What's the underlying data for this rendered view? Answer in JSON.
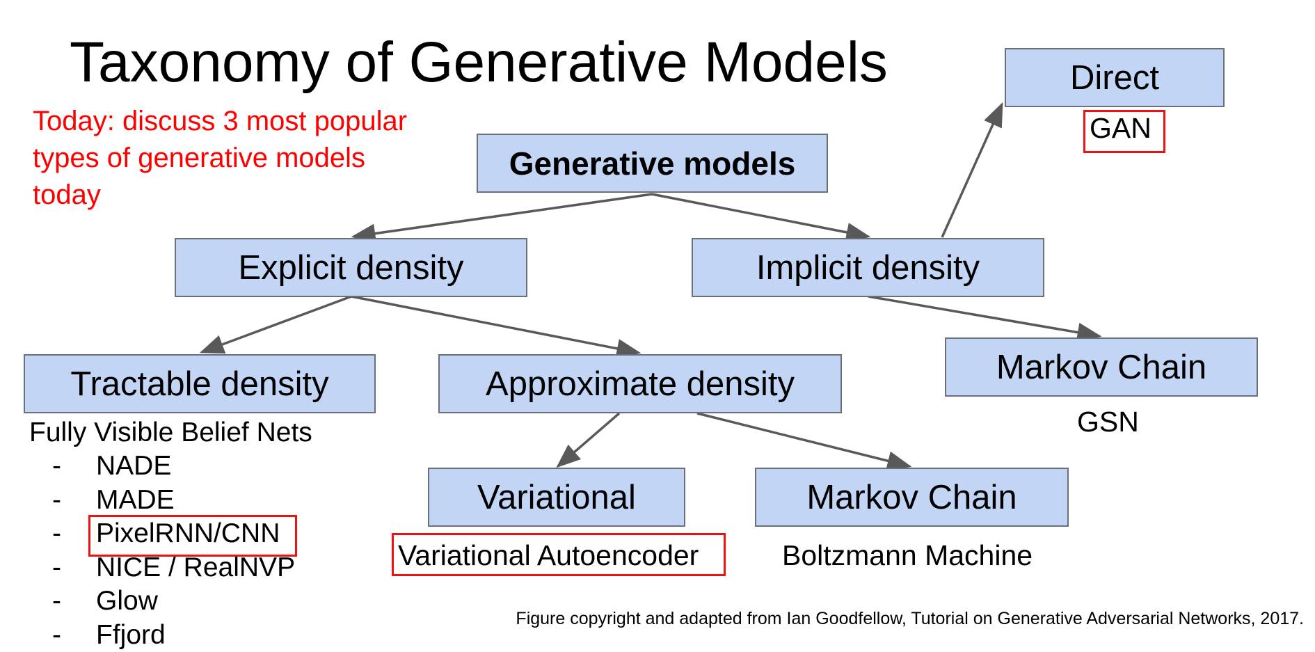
{
  "slide": {
    "title": "Taxonomy of Generative Models",
    "note": "Today: discuss 3 most popular types of generative models today",
    "credit": "Figure copyright and adapted from Ian Goodfellow, Tutorial on Generative Adversarial Networks, 2017."
  },
  "colors": {
    "node_fill": "#c3d5f5",
    "node_border": "#6a6f7a",
    "highlight": "#ee1111",
    "note_text": "#ff0000",
    "edge": "#595959"
  },
  "nodes": {
    "root": "Generative models",
    "explicit": "Explicit density",
    "implicit": "Implicit density",
    "direct": "Direct",
    "tractable": "Tractable density",
    "approximate": "Approximate density",
    "markov_implicit": "Markov Chain",
    "variational": "Variational",
    "markov_approx": "Markov Chain"
  },
  "labels": {
    "gan": "GAN",
    "gsn": "GSN",
    "vae": "Variational Autoencoder",
    "boltzmann": "Boltzmann Machine",
    "fvbn": "Fully Visible Belief Nets"
  },
  "fvbn_items": [
    {
      "dash": "-",
      "text": "NADE"
    },
    {
      "dash": "-",
      "text": "MADE"
    },
    {
      "dash": "-",
      "text": "PixelRNN/CNN"
    },
    {
      "dash": "-",
      "text": "NICE / RealNVP"
    },
    {
      "dash": "-",
      "text": "Glow"
    },
    {
      "dash": "-",
      "text": "Ffjord"
    }
  ]
}
